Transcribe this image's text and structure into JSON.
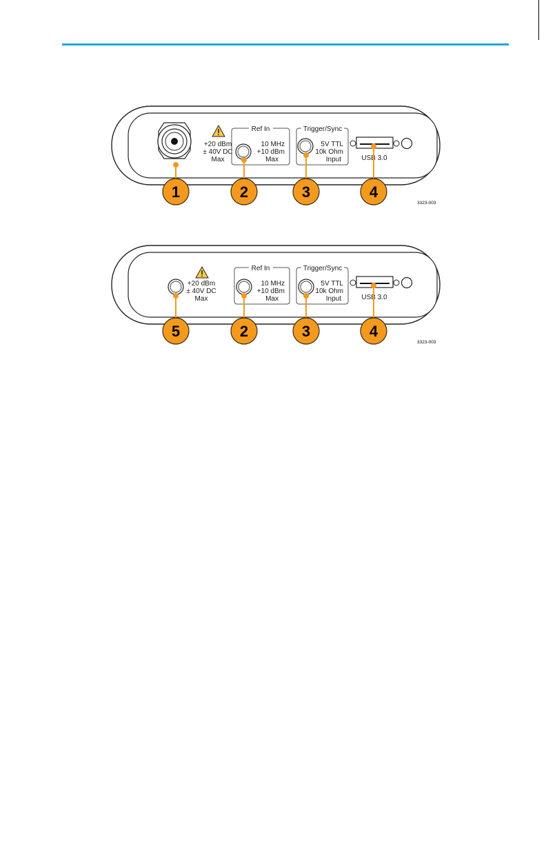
{
  "colors": {
    "accent_rule": "#1eaacb",
    "callout": "#f39a1e",
    "callout_stroke": "#3a2a10"
  },
  "icons": {
    "warning": "warning-triangle-icon"
  },
  "figure1": {
    "rf_input_rating": [
      "+20 dBm",
      "± 40V DC",
      "Max"
    ],
    "ref_in_title": "Ref In",
    "ref_in_spec": [
      "10 MHz",
      "+10 dBm",
      "Max"
    ],
    "trigger_title": "Trigger/Sync",
    "trigger_spec": [
      "5V TTL",
      "10k Ohm",
      "Input"
    ],
    "usb_label": "USB 3.0",
    "callouts": [
      "1",
      "2",
      "3",
      "4"
    ],
    "figure_code": "3323-003"
  },
  "figure2": {
    "rf_input_rating": [
      "+20 dBm",
      "± 40V DC",
      "Max"
    ],
    "ref_in_title": "Ref In",
    "ref_in_spec": [
      "10 MHz",
      "+10 dBm",
      "Max"
    ],
    "trigger_title": "Trigger/Sync",
    "trigger_spec": [
      "5V TTL",
      "10k Ohm",
      "Input"
    ],
    "usb_label": "USB 3.0",
    "callouts": [
      "5",
      "2",
      "3",
      "4"
    ],
    "figure_code": "3323-003"
  }
}
